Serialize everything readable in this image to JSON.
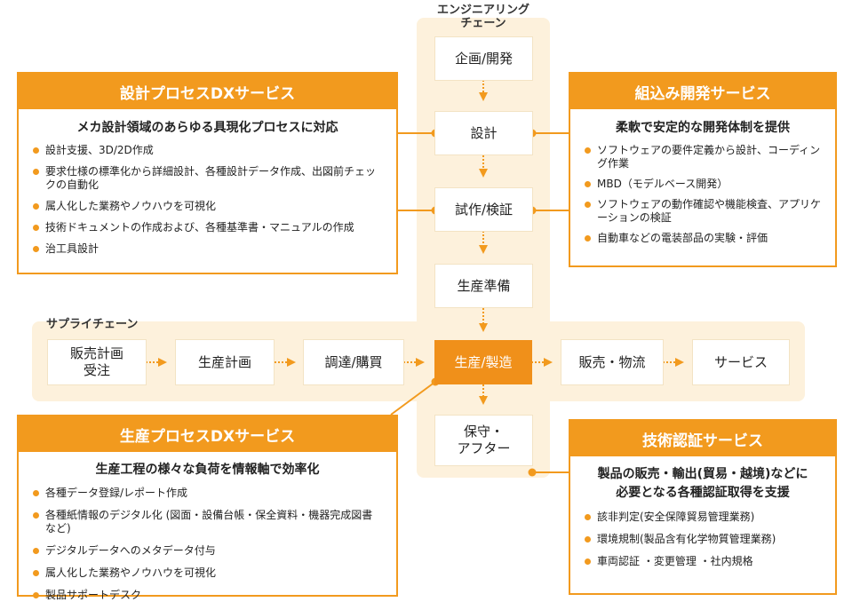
{
  "engineering_chain": {
    "title_line1": "エンジニアリング",
    "title_line2": "チェーン",
    "nodes": [
      "企画/開発",
      "設計",
      "試作/検証",
      "生産準備"
    ]
  },
  "supply_chain": {
    "title": "サプライチェーン",
    "nodes": [
      "販売計画\n受注",
      "生産計画",
      "調達/購買",
      "生産/製造",
      "販売・物流",
      "サービス"
    ]
  },
  "after_node": "保守・\nアフター",
  "services": {
    "design": {
      "title": "設計プロセスDXサービス",
      "subtitle": "メカ設計領域のあらゆる具現化プロセスに対応",
      "items": [
        "設計支援、3D/2D作成",
        "要求仕様の標準化から詳細設計、各種設計データ作成、出図前チェックの自動化",
        "属人化した業務やノウハウを可視化",
        "技術ドキュメントの作成および、各種基準書・マニュアルの作成",
        "治工具設計"
      ]
    },
    "embedded": {
      "title": "組込み開発サービス",
      "subtitle": "柔軟で安定的な開発体制を提供",
      "items": [
        "ソフトウェアの要件定義から設計、コーディング作業",
        "MBD（モデルベース開発）",
        "ソフトウェアの動作確認や機能検査、アプリケーションの検証",
        "自動車などの電装部品の実験・評価"
      ]
    },
    "production": {
      "title": "生産プロセスDXサービス",
      "subtitle": "生産工程の様々な負荷を情報軸で効率化",
      "items": [
        "各種データ登録/レポート作成",
        "各種紙情報のデジタル化 (図面・設備台帳・保全資料・機器完成図書 など)",
        "デジタルデータへのメタデータ付与",
        "属人化した業務やノウハウを可視化",
        "製品サポートデスク"
      ]
    },
    "certification": {
      "title": "技術認証サービス",
      "subtitle_line1": "製品の販売・輸出(貿易・越境)などに",
      "subtitle_line2": "必要となる各種認証取得を支援",
      "items": [
        "該非判定(安全保障貿易管理業務)",
        "環境規制(製品含有化学物質管理業務)",
        "車両認証 ・変更管理 ・社内規格"
      ]
    }
  },
  "colors": {
    "accent": "#f29a1e",
    "active": "#f0901a",
    "band": "#fdf1dc"
  }
}
